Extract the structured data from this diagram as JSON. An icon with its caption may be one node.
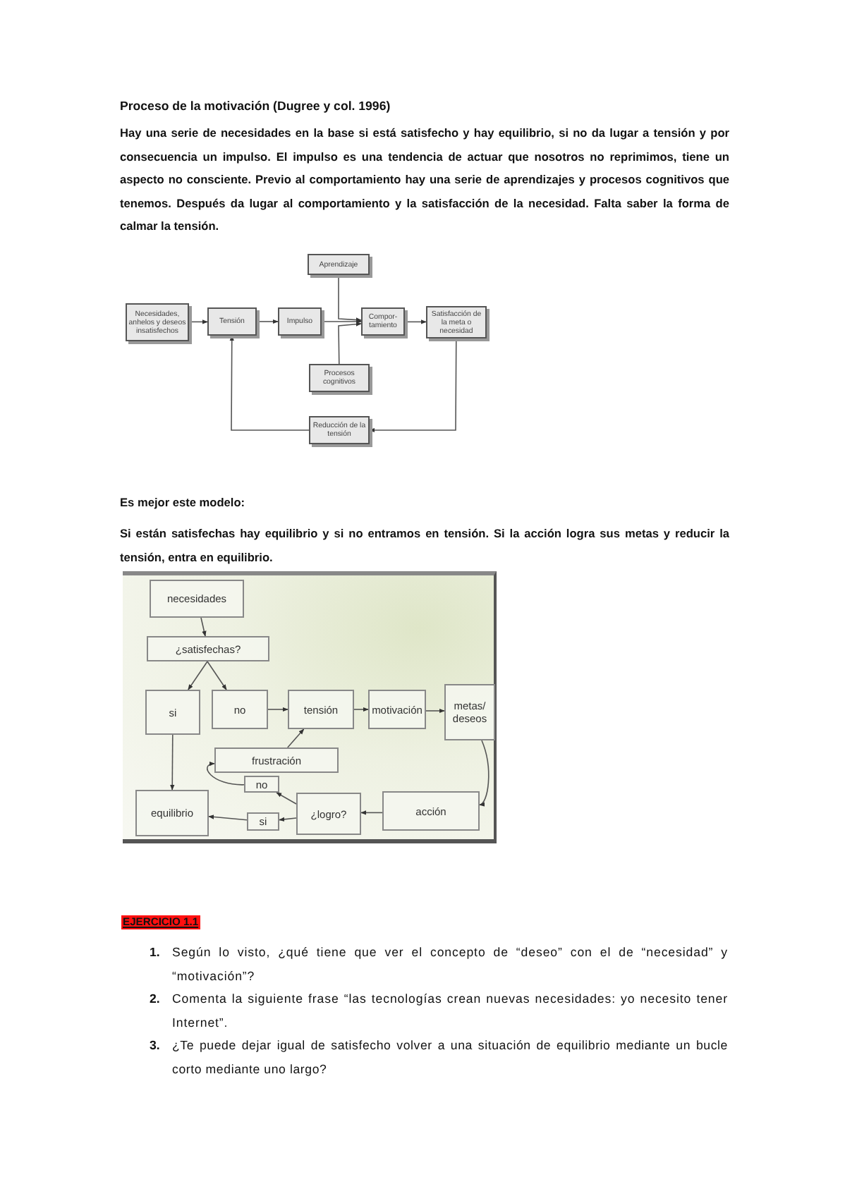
{
  "diagram": {
    "title": "Proceso de la motivación (Dugree y col. 1996)",
    "nodes": [
      {
        "text": [
          "Necesidades, anhelos y deseos insatisfechos"
        ]
      },
      {
        "text": [
          "Tensión"
        ]
      },
      {
        "text": [
          "Impulso"
        ]
      },
      {
        "text": [
          "Aprendizaje"
        ]
      },
      {
        "text": [
          "Compor-tamiento"
        ]
      },
      {
        "text": [
          "Satisfacción de la meta o necesidad"
        ]
      },
      {
        "text": [
          "Procesos cognitivos"
        ]
      },
      {
        "text": [
          "Reducción de la tensión"
        ]
      },
      {
        "text": [
          "necesidades"
        ]
      },
      {
        "text": [
          "¿satisfechas?"
        ]
      },
      {
        "text": [
          "si"
        ]
      },
      {
        "text": [
          "no"
        ]
      },
      {
        "text": [
          "tensión"
        ]
      },
      {
        "text": [
          "motivación"
        ]
      },
      {
        "text": [
          "metas/ deseos"
        ]
      },
      {
        "text": [
          "frustración"
        ]
      },
      {
        "text": [
          "no"
        ]
      },
      {
        "text": [
          "equilibrio"
        ]
      },
      {
        "text": [
          "si"
        ]
      },
      {
        "text": [
          "¿logro?"
        ]
      },
      {
        "text": [
          "acción"
        ]
      }
    ],
    "edges": [
      {
        "from": 0,
        "to": 1,
        "arrow": "to"
      },
      {
        "from": 1,
        "to": 2,
        "arrow": "to"
      },
      {
        "from": 2,
        "to": 4,
        "arrow": "to"
      },
      {
        "from": 3,
        "to": 4,
        "arrow": "to"
      },
      {
        "from": 6,
        "to": 4,
        "arrow": "to"
      },
      {
        "from": 4,
        "to": 5,
        "arrow": "to"
      },
      {
        "from": 5,
        "to": 7,
        "arrow": "to"
      },
      {
        "from": 7,
        "to": 1,
        "arrow": "to"
      },
      {
        "from": 8,
        "to": 9,
        "arrow": "to"
      },
      {
        "from": 9,
        "to": 10,
        "arrow": "to"
      },
      {
        "from": 9,
        "to": 11,
        "arrow": "to"
      },
      {
        "from": 11,
        "to": 12,
        "arrow": "to"
      },
      {
        "from": 12,
        "to": 13,
        "arrow": "to"
      },
      {
        "from": 13,
        "to": 14,
        "arrow": "to"
      },
      {
        "from": 14,
        "to": 20,
        "arrow": "to"
      },
      {
        "from": 20,
        "to": 19,
        "arrow": "to"
      },
      {
        "from": 19,
        "to": 16,
        "arrow": "to"
      },
      {
        "from": 19,
        "to": 18,
        "arrow": "to"
      },
      {
        "from": 18,
        "to": 17,
        "arrow": "to"
      },
      {
        "from": 16,
        "to": 15,
        "arrow": "to"
      },
      {
        "from": 15,
        "to": 12,
        "arrow": "to"
      },
      {
        "from": 10,
        "to": 17,
        "arrow": "to"
      }
    ],
    "labels": [
      "Hay una serie de necesidades en la base si está satisfecho y hay equilibrio, si no da lugar a tensión y por consecuencia un impulso. El impulso es una tendencia de actuar que nosotros no reprimimos, tiene un aspecto no consciente. Previo al comportamiento hay una serie de aprendizajes y procesos cognitivos que tenemos. Después da lugar al comportamiento y la satisfacción de la necesidad. Falta saber la forma de calmar la tensión.",
      "Es mejor este modelo:",
      "Si están satisfechas hay equilibrio y si no entramos en tensión. Si la acción logra sus metas y reducir la tensión, entra en equilibrio.",
      "EJERCICIO 1.1",
      "1.",
      "Según lo visto, ¿qué tiene que ver el concepto de “deseo” con el de “necesidad” y “motivación”?",
      "2.",
      "Comenta la siguiente frase “las tecnologías crean nuevas necesidades: yo necesito tener Internet”.",
      "3.",
      "¿Te puede dejar igual de satisfecho volver a una situación de equilibrio mediante un bucle corto mediante uno largo?"
    ]
  }
}
